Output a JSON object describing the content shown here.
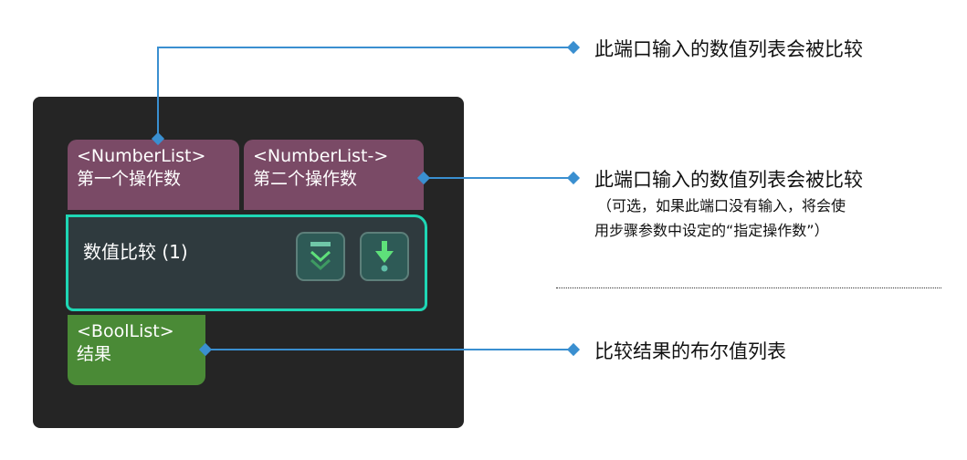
{
  "node": {
    "title": "数值比较 (1)",
    "inputs": [
      {
        "type": "<NumberList>",
        "name": "第一个操作数"
      },
      {
        "type": "<NumberList->",
        "name": "第二个操作数"
      }
    ],
    "output": {
      "type": "<BoolList>",
      "name": "结果"
    },
    "buttons": [
      "collapse-icon",
      "run-step-icon"
    ]
  },
  "annotations": {
    "input1": "此端口输入的数值列表会被比较",
    "input2": "此端口输入的数值列表会被比较",
    "input2_note_1": "（可选，如果此端口没有输入，将会使",
    "input2_note_2": "用步骤参数中设定的“指定操作数”）",
    "output": "比较结果的布尔值列表"
  },
  "colors": {
    "line": "#3a8fd0",
    "accent": "#1ed6b4",
    "input": "#7a4a66",
    "output": "#4a8a36"
  }
}
